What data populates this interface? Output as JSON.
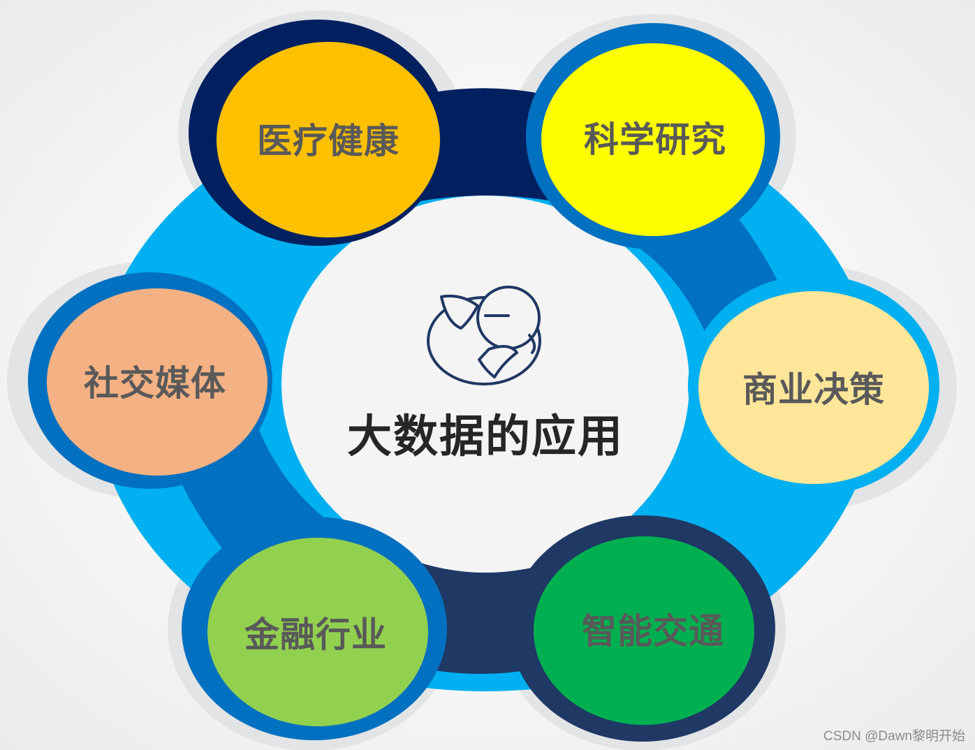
{
  "center": {
    "title": "大数据的应用",
    "icon": "globe-icon"
  },
  "nodes": [
    {
      "id": "healthcare",
      "label": "医疗健康",
      "fill": "#FFC000"
    },
    {
      "id": "science",
      "label": "科学研究",
      "fill": "#FFFF00"
    },
    {
      "id": "business",
      "label": "商业决策",
      "fill": "#FFE699"
    },
    {
      "id": "transport",
      "label": "智能交通",
      "fill": "#00B050"
    },
    {
      "id": "finance",
      "label": "金融行业",
      "fill": "#92D050"
    },
    {
      "id": "social",
      "label": "社交媒体",
      "fill": "#F4B183"
    }
  ],
  "colors": {
    "ring_light": "#00B0F0",
    "ring_mid": "#0070C0",
    "ring_dark": "#002060",
    "ring_navy": "#1F3864",
    "label_text": "#595959",
    "title_text": "#262626"
  },
  "watermark": "CSDN @Dawn黎明开始"
}
